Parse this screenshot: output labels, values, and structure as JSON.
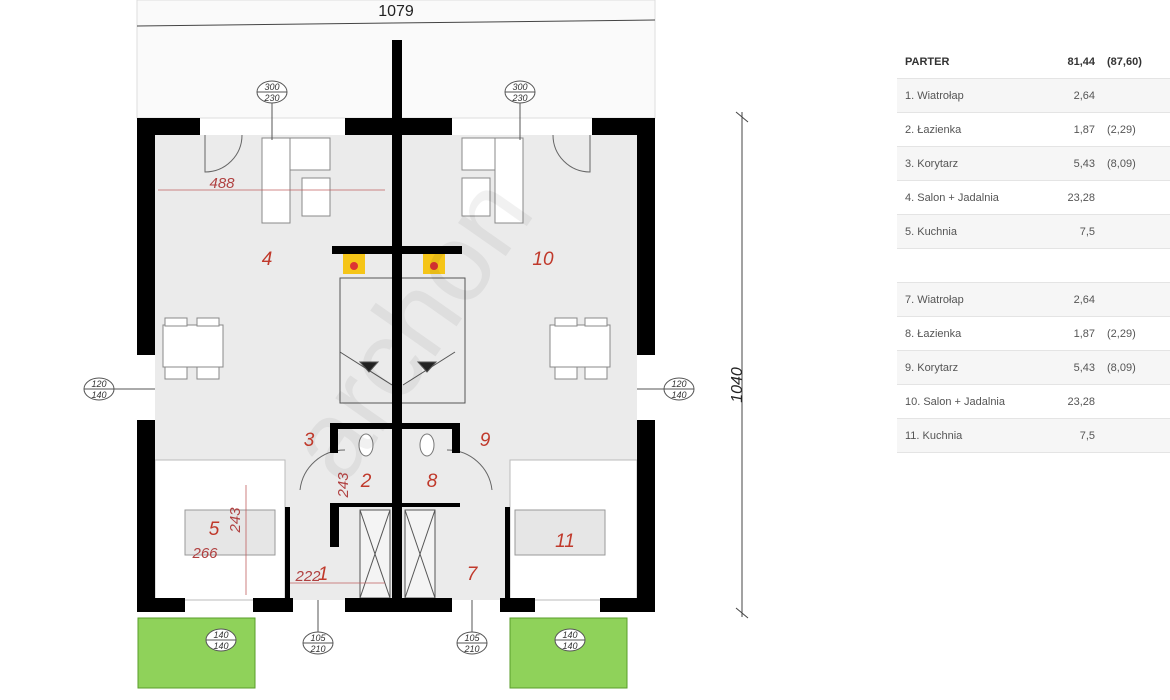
{
  "plan": {
    "width_dim": "1079",
    "height_dim": "1040",
    "watermark": "archon",
    "rooms": {
      "r1": "1",
      "r2": "2",
      "r3": "3",
      "r4": "4",
      "r5": "5",
      "r7": "7",
      "r8": "8",
      "r9": "9",
      "r10": "10",
      "r11": "11"
    },
    "dims": {
      "d488": "488",
      "d243a": "243",
      "d243b": "243",
      "d266": "266",
      "d222": "222"
    },
    "openings": {
      "win_top_left": [
        "300",
        "230"
      ],
      "win_top_right": [
        "300",
        "230"
      ],
      "win_side_left": [
        "120",
        "140"
      ],
      "win_side_right": [
        "120",
        "140"
      ],
      "win_bottom_left": [
        "140",
        "140"
      ],
      "win_bottom_right": [
        "140",
        "140"
      ],
      "door_left": [
        "105",
        "210"
      ],
      "door_right": [
        "105",
        "210"
      ]
    },
    "colors": {
      "wall": "#000000",
      "floor": "#ebebeb",
      "label": "#c0392b",
      "fireplace": "#f5c518",
      "greenery": "#6cbf3a"
    }
  },
  "table": {
    "header": {
      "name": "PARTER",
      "value": "81,44",
      "paren": "(87,60)"
    },
    "rows": [
      {
        "name": "1. Wiatrołap",
        "value": "2,64",
        "paren": ""
      },
      {
        "name": "2. Łazienka",
        "value": "1,87",
        "paren": "(2,29)"
      },
      {
        "name": "3. Korytarz",
        "value": "5,43",
        "paren": "(8,09)"
      },
      {
        "name": "4. Salon + Jadalnia",
        "value": "23,28",
        "paren": ""
      },
      {
        "name": "5. Kuchnia",
        "value": "7,5",
        "paren": ""
      },
      {
        "name": "",
        "value": "",
        "paren": ""
      },
      {
        "name": "7. Wiatrołap",
        "value": "2,64",
        "paren": ""
      },
      {
        "name": "8. Łazienka",
        "value": "1,87",
        "paren": "(2,29)"
      },
      {
        "name": "9. Korytarz",
        "value": "5,43",
        "paren": "(8,09)"
      },
      {
        "name": "10. Salon + Jadalnia",
        "value": "23,28",
        "paren": ""
      },
      {
        "name": "11. Kuchnia",
        "value": "7,5",
        "paren": ""
      }
    ]
  }
}
